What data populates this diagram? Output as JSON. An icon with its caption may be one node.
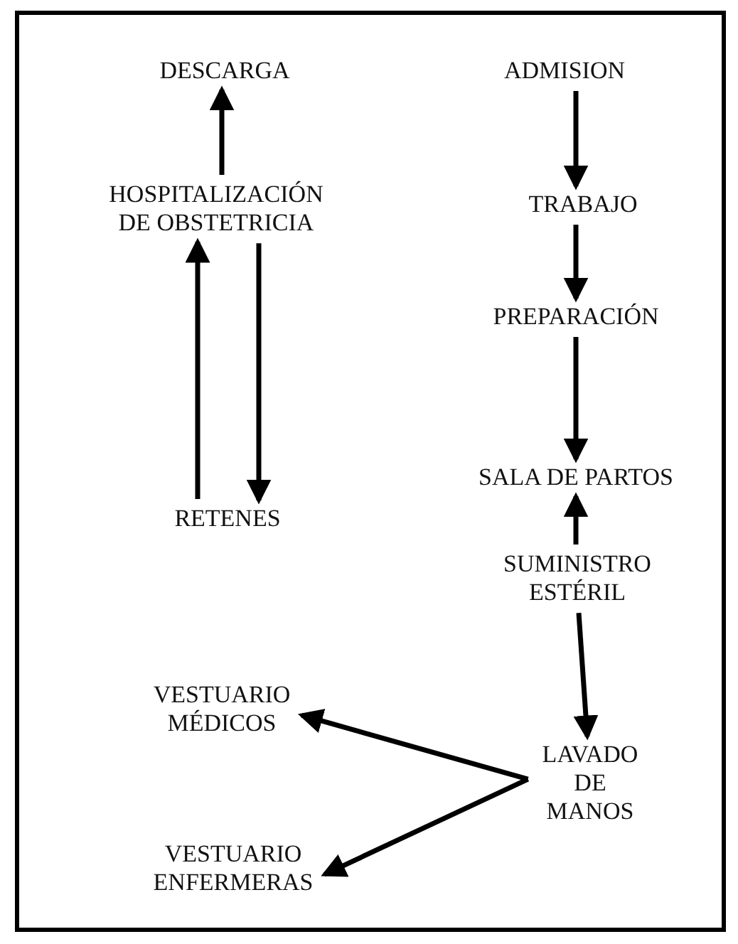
{
  "diagram": {
    "nodes": [
      {
        "text": [
          "DESCARGA"
        ]
      },
      {
        "text": [
          "ADMISION"
        ]
      },
      {
        "text": [
          "HOSPITALIZACIÓN DE OBSTETRICIA"
        ]
      },
      {
        "text": [
          "TRABAJO"
        ]
      },
      {
        "text": [
          "PREPARACIÓN"
        ]
      },
      {
        "text": [
          "SALA DE PARTOS"
        ]
      },
      {
        "text": [
          "RETENES"
        ]
      },
      {
        "text": [
          "SUMINISTRO ESTÉRIL"
        ]
      },
      {
        "text": [
          "VESTUARIO MÉDICOS"
        ]
      },
      {
        "text": [
          "LAVADO DE MANOS"
        ]
      },
      {
        "text": [
          "VESTUARIO ENFERMERAS"
        ]
      }
    ],
    "edges": [
      {
        "from": 2,
        "to": 0,
        "arrow": "to"
      },
      {
        "from": 1,
        "to": 3,
        "arrow": "to"
      },
      {
        "from": 3,
        "to": 4,
        "arrow": "to"
      },
      {
        "from": 4,
        "to": 5,
        "arrow": "to"
      },
      {
        "from": 6,
        "to": 2,
        "arrow": "to"
      },
      {
        "from": 2,
        "to": 6,
        "arrow": "to"
      },
      {
        "from": 7,
        "to": 5,
        "arrow": "to"
      },
      {
        "from": 7,
        "to": 9,
        "arrow": "to"
      },
      {
        "from": 9,
        "to": 8,
        "arrow": "to"
      },
      {
        "from": 9,
        "to": 10,
        "arrow": "to"
      }
    ]
  }
}
